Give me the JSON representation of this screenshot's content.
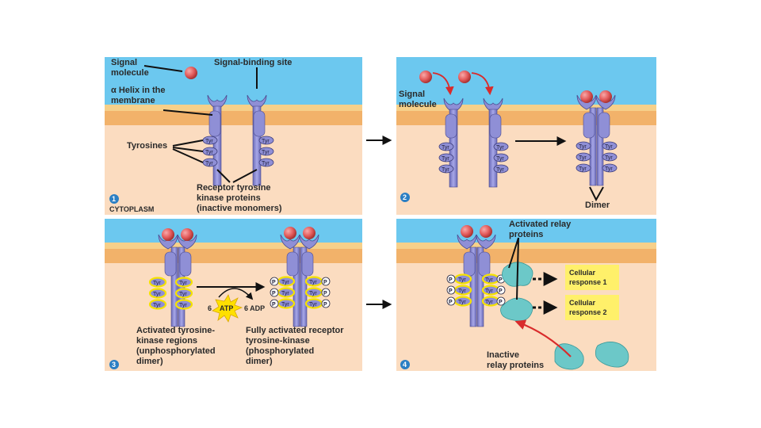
{
  "colors": {
    "extracellular": "#6cc8ef",
    "membrane_top": "#f6d08a",
    "membrane": "#f2b26a",
    "cytoplasm": "#fbdcc0",
    "receptor": "#8f8fd6",
    "receptor_dark": "#5e5ea8",
    "signal_molecule": "#e35b5b",
    "relay_protein": "#6cc8c8",
    "response_box": "#fff06a",
    "atp_star": "#ffe000",
    "arrow_red": "#d92b2b"
  },
  "panel1": {
    "number": "1",
    "signal_molecule_line1": "Signal",
    "signal_molecule_line2": "molecule",
    "signal_binding_site": "Signal-binding site",
    "helix_line1": "α Helix in the",
    "helix_line2": "membrane",
    "tyrosines": "Tyrosines",
    "rtk_line1": "Receptor tyrosine",
    "rtk_line2": "kinase proteins",
    "rtk_line3": "(inactive monomers)",
    "cytoplasm": "CYTOPLASM"
  },
  "panel2": {
    "number": "2",
    "signal_molecule_line1": "Signal",
    "signal_molecule_line2": "molecule",
    "dimer": "Dimer"
  },
  "panel3": {
    "number": "3",
    "atp_count": "6",
    "atp": "ATP",
    "adp": "6 ADP",
    "left_line1": "Activated tyrosine-",
    "left_line2": "kinase regions",
    "left_line3": "(unphosphorylated",
    "left_line4": "dimer)",
    "right_line1": "Fully activated receptor",
    "right_line2": "tyrosine-kinase",
    "right_line3": "(phosphorylated",
    "right_line4": "dimer)"
  },
  "panel4": {
    "number": "4",
    "activated_line1": "Activated relay",
    "activated_line2": "proteins",
    "response1_line1": "Cellular",
    "response1_line2": "response 1",
    "response2_line1": "Cellular",
    "response2_line2": "response 2",
    "inactive_line1": "Inactive",
    "inactive_line2": "relay proteins"
  },
  "tyr": "Tyr",
  "phosphate": "P"
}
